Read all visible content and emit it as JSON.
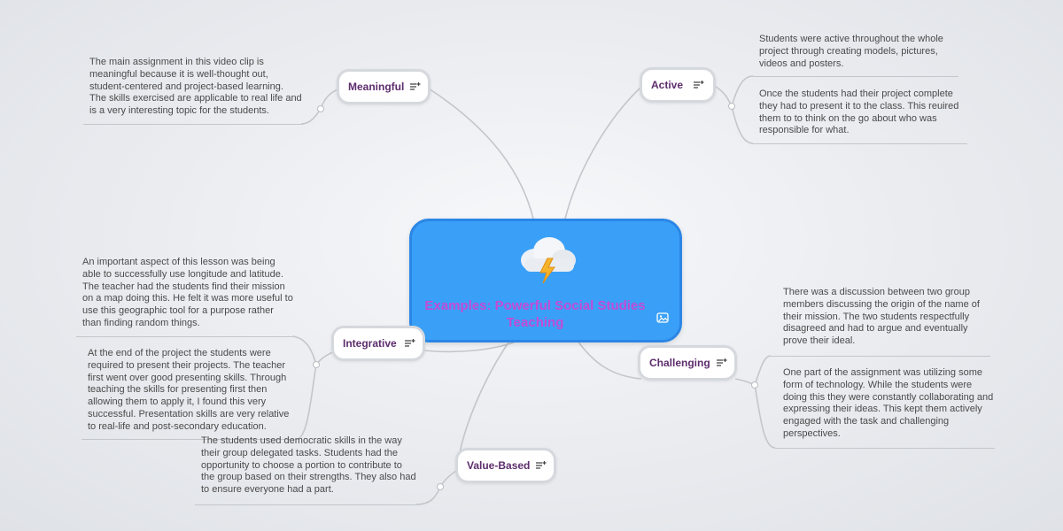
{
  "central": {
    "title": "Examples: Powerful Social Studies Teaching",
    "icon": "storm-cloud-icon",
    "image_icon": "image-icon",
    "colors": {
      "fill": "#3aa0f7",
      "border": "#2b86e6",
      "text": "#c24bd6"
    }
  },
  "topics": {
    "meaningful": {
      "label": "Meaningful",
      "notes": [
        "The main assignment in this video clip is meaningful because it is well-thought out, student-centered and project-based learning. The skills exercised are applicable to real life and is a very interesting topic for the students."
      ]
    },
    "active": {
      "label": "Active",
      "notes": [
        "Students were active throughout the whole project through creating models, pictures, videos and posters.",
        "Once the students had their project complete they had to present it to the class. This reuired them to to think on the go about who was responsible for what."
      ]
    },
    "integrative": {
      "label": "Integrative",
      "notes": [
        "An important aspect of this lesson was being able to successfully use longitude and latitude. The teacher had the students find their mission on a map doing this. He felt it was more useful to use this geographic tool for a purpose rather than finding random things.",
        "At the end of the project the students were required to present their projects. The teacher first went over good presenting skills. Through teaching the skills for presenting first then allowing them to apply it, I found this very successful. Presentation skills are very relative to real-life and post-secondary education."
      ]
    },
    "challenging": {
      "label": "Challenging",
      "notes": [
        "There was a discussion between two group members discussing the origin of the name of their mission. The two students respectfully disagreed and had to argue and eventually prove their ideal.",
        "One part of the assignment was utilizing some form of technology. While the students were doing this they were constantly collaborating and expressing their ideas. This kept them actively engaged with the task and challenging perspectives."
      ]
    },
    "value_based": {
      "label": "Value-Based",
      "notes": [
        "The students used democratic skills in the way their group delegated tasks. Students had the opportunity to choose a portion to contribute to the group based on their strengths. They also had to ensure everyone had a part."
      ]
    }
  },
  "colors": {
    "topic_text": "#5d2d6d",
    "topic_border": "#d5d8dd",
    "connector": "#c3c6cb",
    "note_text": "#4a4a4a"
  }
}
